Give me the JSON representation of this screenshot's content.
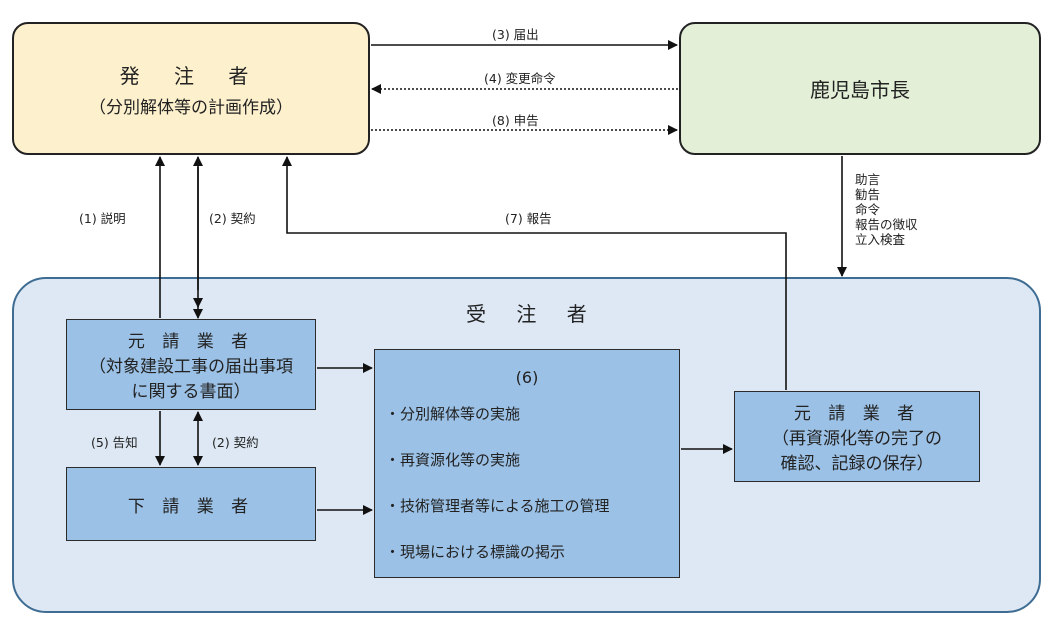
{
  "orderer": {
    "title": "発 注 者",
    "subtitle": "（分別解体等の計画作成）"
  },
  "mayor": {
    "title": "鹿児島市長"
  },
  "contractor": {
    "title": "受 注 者"
  },
  "prime_contractor_1": {
    "title": "元 請 業 者",
    "line1": "（対象建設工事の届出事項",
    "line2": "に関する書面）"
  },
  "subcontractor": {
    "title": "下 請 業 者"
  },
  "box6": {
    "title": "(6)",
    "items": [
      "・分別解体等の実施",
      "・再資源化等の実施",
      "・技術管理者等による施工の管理",
      "・現場における標識の掲示"
    ]
  },
  "prime_contractor_2": {
    "title": "元 請 業 者",
    "line1": "（再資源化等の完了の",
    "line2": "確認、記録の保存）"
  },
  "arrows": {
    "notification": "(3) 届出",
    "change_order": "(4) 変更命令",
    "declaration": "(8) 申告",
    "explanation": "(1) 説明",
    "contract_top": "(2) 契約",
    "report": "(7) 報告",
    "notice": "(5) 告知",
    "contract_bottom": "(2) 契約"
  },
  "mayor_actions": [
    "助言",
    "勧告",
    "命令",
    "報告の徴収",
    "立入検査"
  ]
}
